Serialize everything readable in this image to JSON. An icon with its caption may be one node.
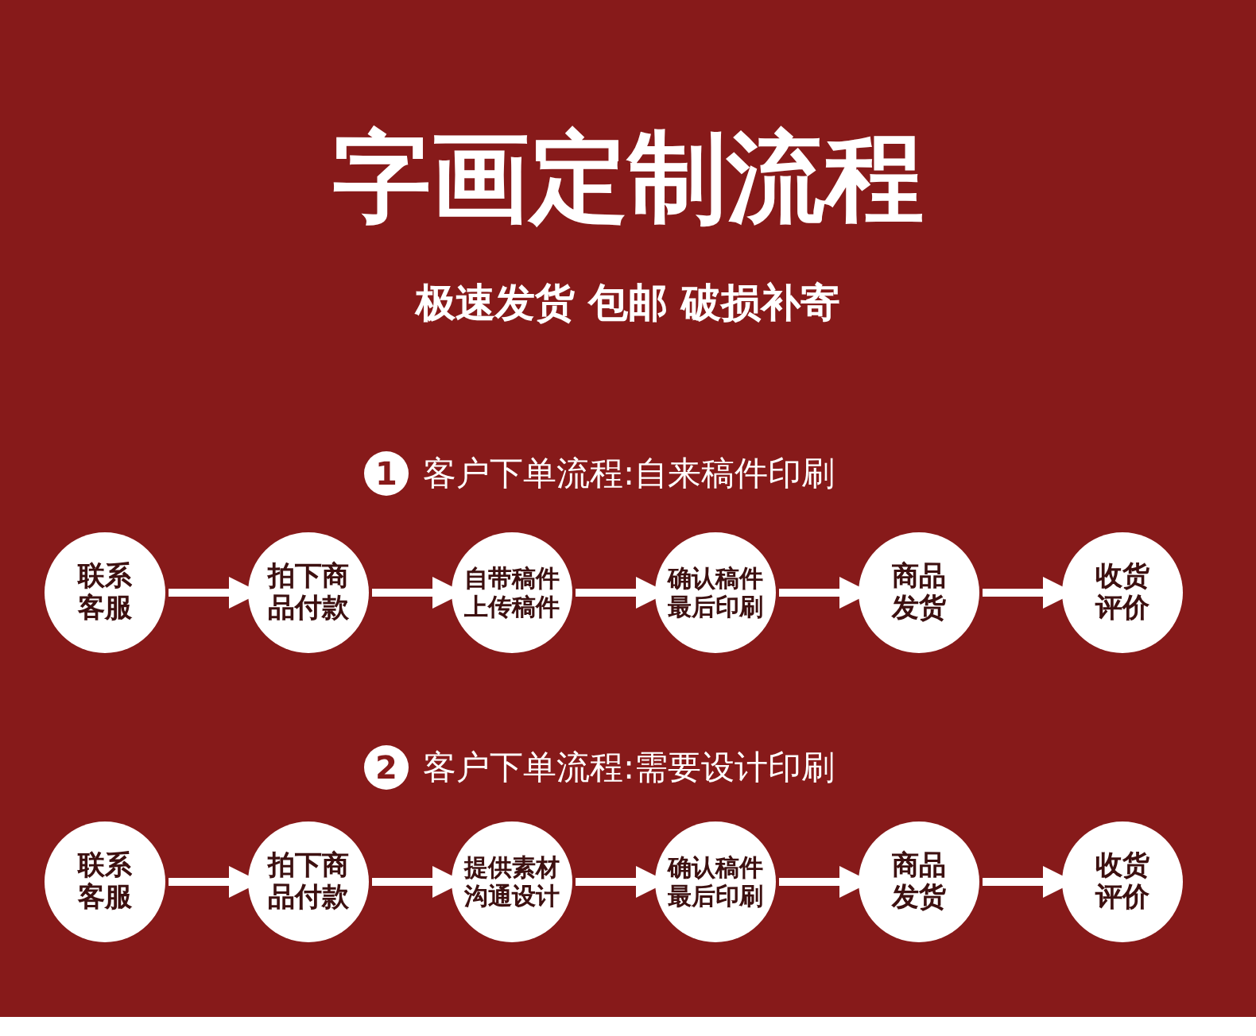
{
  "diagram": {
    "title": "字画定制流程",
    "nodes": [
      {
        "text": [
          "联系客服"
        ]
      },
      {
        "text": [
          "拍下商品付款"
        ]
      },
      {
        "text": [
          "自带稿件上传稿件"
        ]
      },
      {
        "text": [
          "确认稿件最后印刷"
        ]
      },
      {
        "text": [
          "商品发货"
        ]
      },
      {
        "text": [
          "收货评价"
        ]
      },
      {
        "text": [
          "联系客服"
        ]
      },
      {
        "text": [
          "拍下商品付款"
        ]
      },
      {
        "text": [
          "提供素材沟通设计"
        ]
      },
      {
        "text": [
          "确认稿件最后印刷"
        ]
      },
      {
        "text": [
          "商品发货"
        ]
      },
      {
        "text": [
          "收货评价"
        ]
      }
    ],
    "edges": [
      {
        "from": 0,
        "to": 1,
        "arrow": "to"
      },
      {
        "from": 1,
        "to": 2,
        "arrow": "to"
      },
      {
        "from": 2,
        "to": 3,
        "arrow": "to"
      },
      {
        "from": 3,
        "to": 4,
        "arrow": "to"
      },
      {
        "from": 4,
        "to": 5,
        "arrow": "to"
      },
      {
        "from": 6,
        "to": 7,
        "arrow": "to"
      },
      {
        "from": 7,
        "to": 8,
        "arrow": "to"
      },
      {
        "from": 8,
        "to": 9,
        "arrow": "to"
      },
      {
        "from": 9,
        "to": 10,
        "arrow": "to"
      },
      {
        "from": 10,
        "to": 11,
        "arrow": "to"
      }
    ],
    "labels": [
      "极速发货 包邮 破损补寄",
      "1",
      "客户下单流程:自来稿件印刷",
      "2",
      "客户下单流程:需要设计印刷"
    ]
  }
}
